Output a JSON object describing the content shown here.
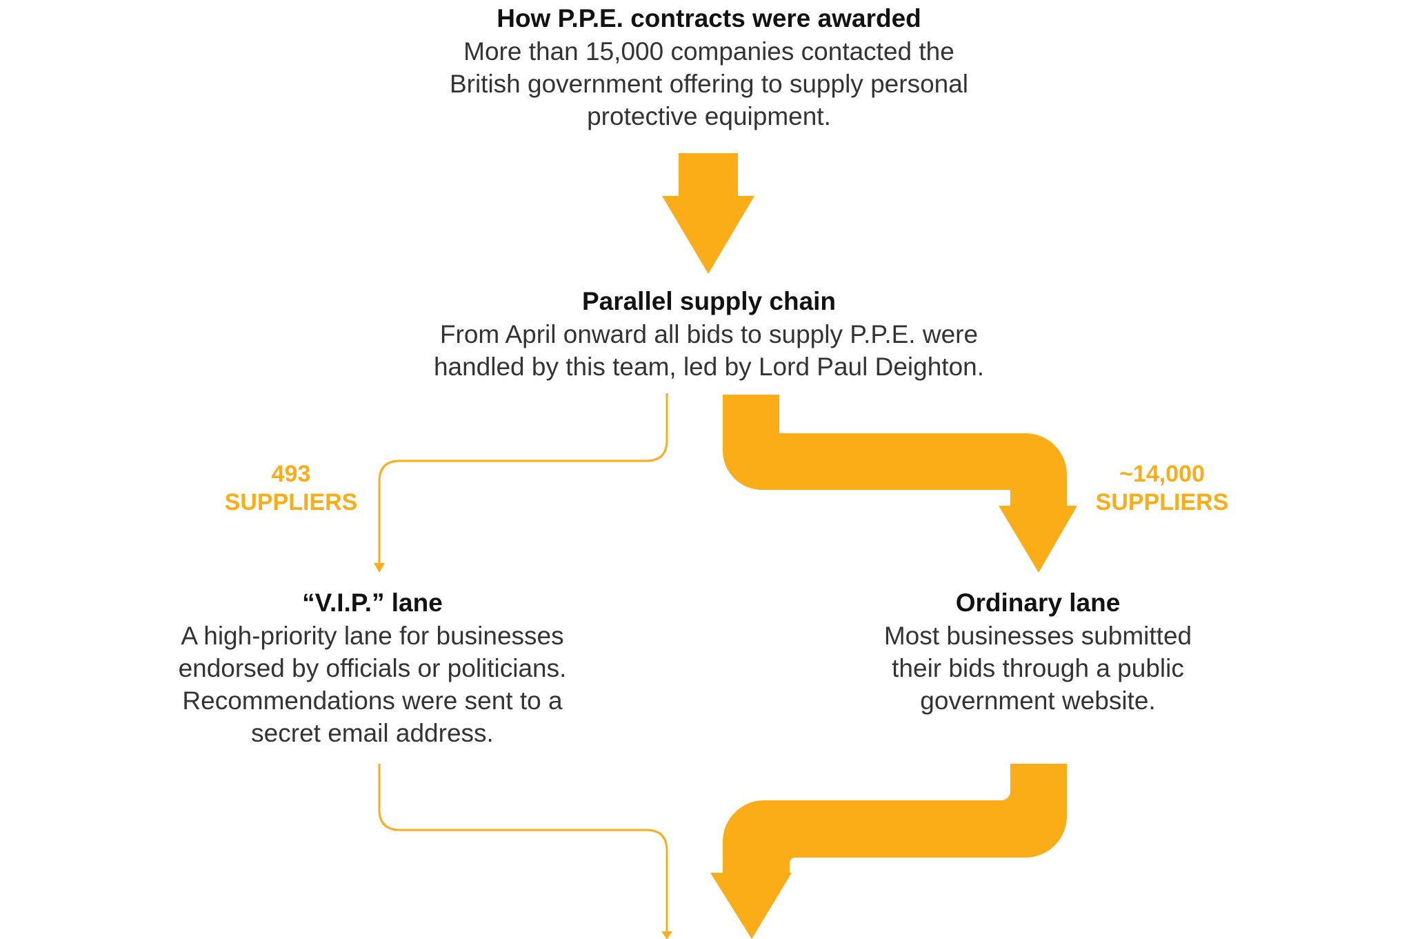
{
  "colors": {
    "flow": "#fbad17",
    "title_text": "#121212",
    "body_text": "#333333"
  },
  "nodes": {
    "top": {
      "title": "How P.P.E. contracts were awarded",
      "desc_lines": [
        "More than 15,000 companies contacted the",
        "British government offering to supply personal",
        "protective equipment."
      ]
    },
    "middle": {
      "title": "Parallel supply chain",
      "desc_lines": [
        "From April onward all bids to supply P.P.E. were",
        "handled by this team, led by Lord Paul Deighton."
      ]
    },
    "vip": {
      "title": "“V.I.P.” lane",
      "desc_lines": [
        "A high-priority lane for businesses",
        "endorsed by officials or politicians.",
        "Recommendations were sent to a",
        "secret email address."
      ]
    },
    "ordinary": {
      "title": "Ordinary lane",
      "desc_lines": [
        "Most businesses submitted",
        "their bids through a public",
        "government website."
      ]
    }
  },
  "flows": {
    "vip": {
      "count_line1": "493",
      "count_line2": "SUPPLIERS",
      "suppliers": 493
    },
    "ordinary": {
      "count_line1": "~14,000",
      "count_line2": "SUPPLIERS",
      "suppliers": 14000
    }
  }
}
